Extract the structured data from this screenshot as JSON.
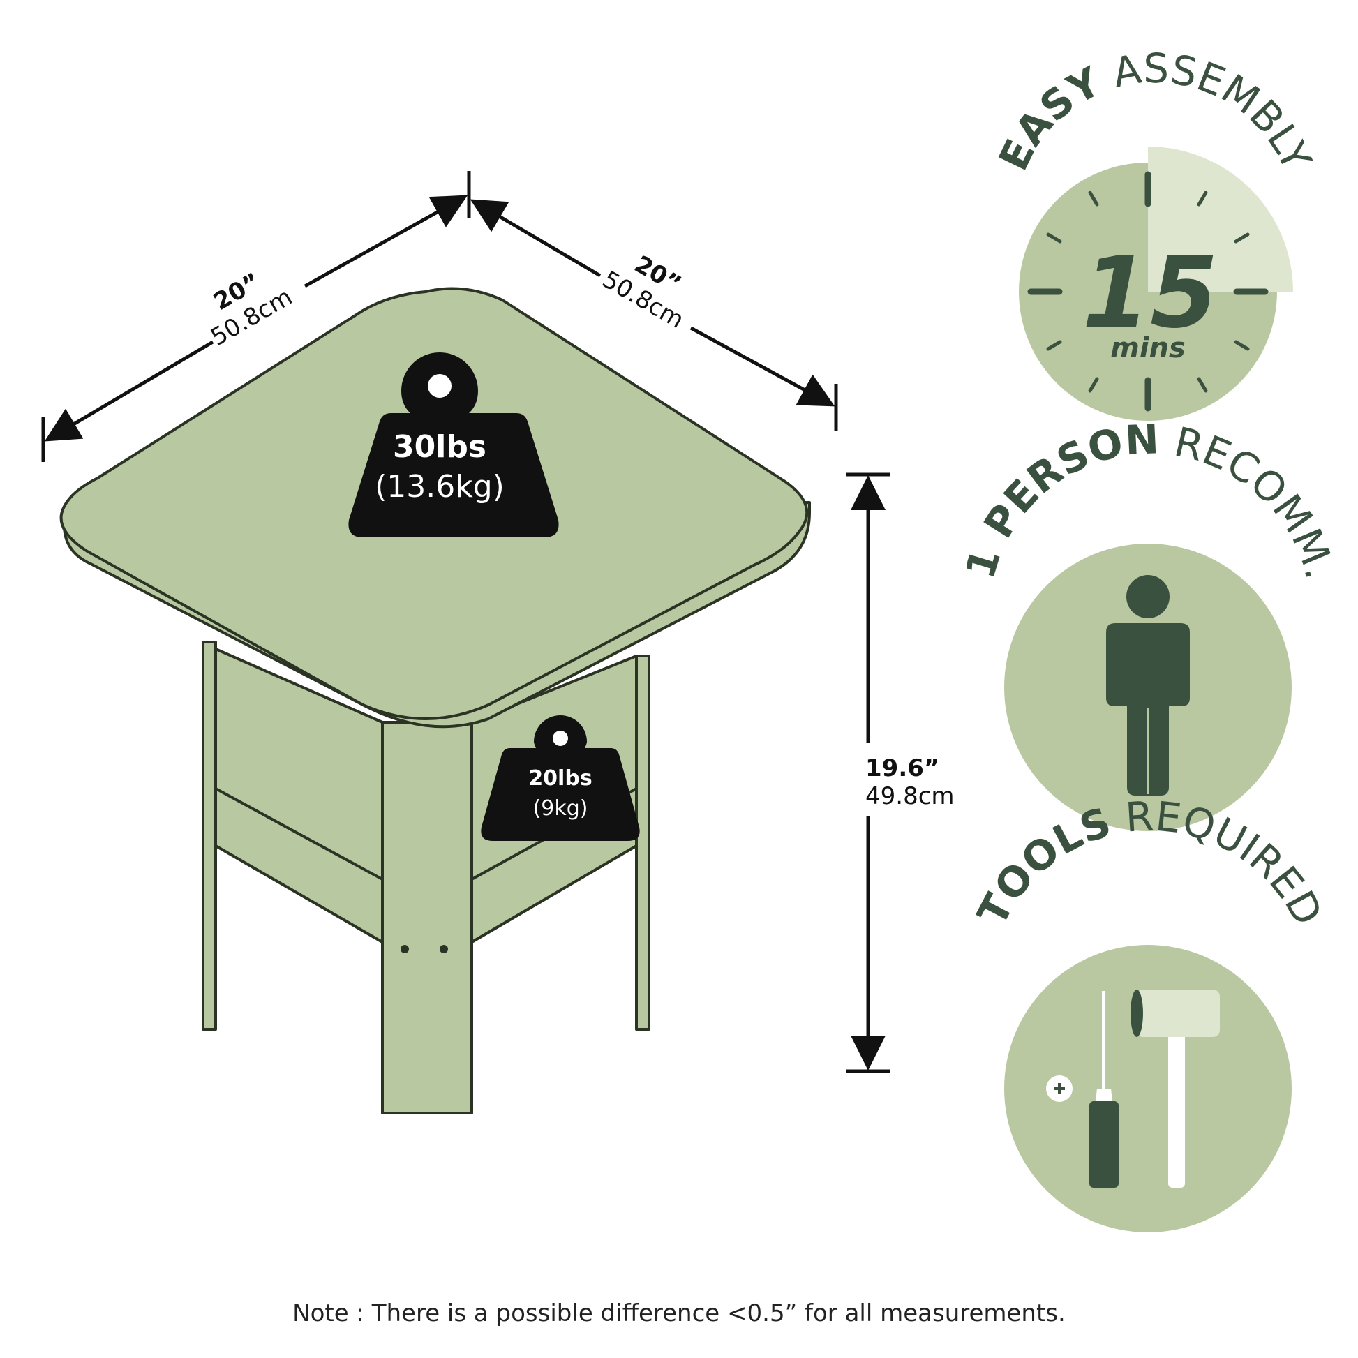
{
  "colors": {
    "table_fill": "#b8c8a0",
    "outline": "#2b3325",
    "weight_fill": "#111111",
    "icon_circle": "#b9c8a1",
    "icon_light": "#dfe6d0",
    "icon_dark": "#3b5140"
  },
  "dimensions": {
    "left_width": {
      "inches": "20”",
      "cm": "50.8cm"
    },
    "right_width": {
      "inches": "20”",
      "cm": "50.8cm"
    },
    "height": {
      "inches": "19.6”",
      "cm": "49.8cm"
    }
  },
  "weights": {
    "top": {
      "lbs": "30lbs",
      "kg": "(13.6kg)",
      "icon": "weight-icon"
    },
    "shelf": {
      "lbs": "20lbs",
      "kg": "(9kg)",
      "icon": "weight-icon"
    }
  },
  "badges": {
    "assembly": {
      "bold": "EASY",
      "regular": "ASSEMBLY",
      "number": "15",
      "unit": "mins",
      "icon": "clock-icon"
    },
    "person": {
      "bold": "1 PERSON",
      "regular": "RECOMM.",
      "icon": "person-icon"
    },
    "tools": {
      "bold": "TOOLS",
      "regular": "REQUIRED",
      "icon": "tools-icon"
    }
  },
  "note": "Note : There is a possible difference <0.5” for all measurements."
}
